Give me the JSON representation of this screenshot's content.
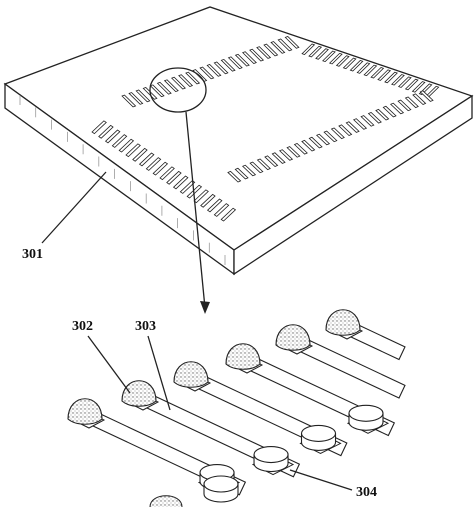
{
  "figure": {
    "labels": {
      "substrate": "301",
      "bump": "302",
      "trace": "303",
      "pad": "304"
    },
    "palette": {
      "ink": "#222222",
      "paper": "#ffffff",
      "stipple": "#9a9a9a"
    }
  }
}
